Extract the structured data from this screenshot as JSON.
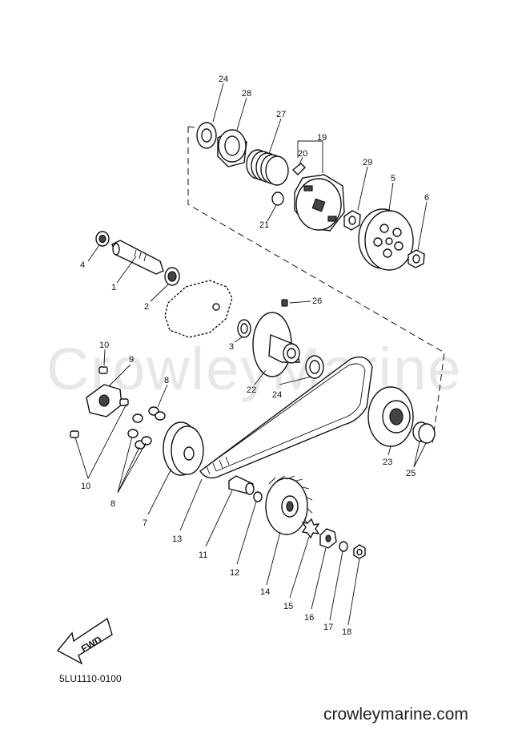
{
  "watermark": "CrowleyMarine",
  "catalog_number": "5LU1110-0100",
  "site": "crowleymarine.com",
  "fwd_label": "FWD",
  "callouts": [
    "24",
    "28",
    "27",
    "19",
    "20",
    "29",
    "5",
    "6",
    "21",
    "4",
    "1",
    "2",
    "26",
    "10",
    "9",
    "3",
    "22",
    "24",
    "8",
    "23",
    "25",
    "10",
    "8",
    "7",
    "13",
    "11",
    "12",
    "14",
    "15",
    "16",
    "17",
    "18"
  ]
}
